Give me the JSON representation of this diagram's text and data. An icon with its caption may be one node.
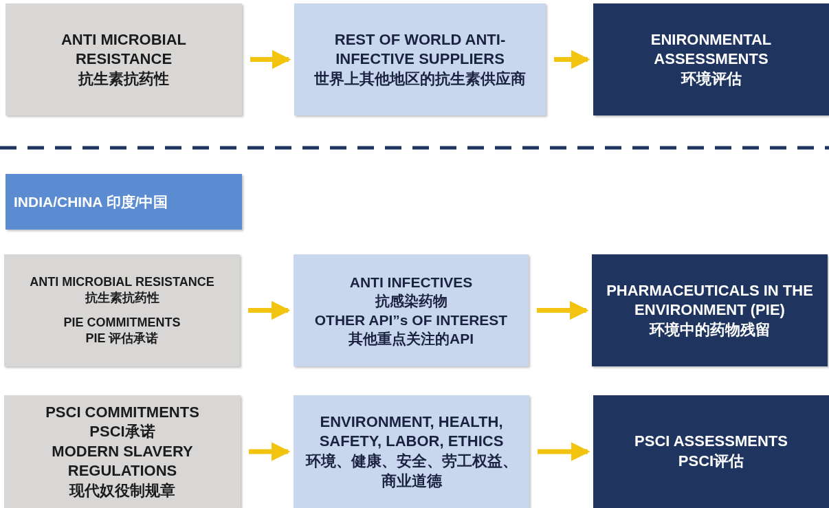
{
  "diagram": {
    "nodes": [
      {
        "text": [
          "ANTI MICROBIAL RESISTANCE",
          "抗生素抗药性"
        ]
      },
      {
        "text": [
          "REST OF WORLD ANTI-INFECTIVE SUPPLIERS",
          "世界上其他地区的抗生素供应商"
        ]
      },
      {
        "text": [
          "ENIRONMENTAL ASSESSMENTS",
          "环境评估"
        ]
      },
      {
        "text": [
          "INDIA/CHINA 印度/中国"
        ]
      },
      {
        "text": [
          "ANTI MICROBIAL RESISTANCE",
          "抗生素抗药性",
          "PIE COMMITMENTS",
          "PIE 评估承诺"
        ]
      },
      {
        "text": [
          "ANTI INFECTIVES",
          "抗感染药物",
          "OTHER API”s OF INTEREST",
          "其他重点关注的API"
        ]
      },
      {
        "text": [
          "PHARMACEUTICALS IN THE ENVIRONMENT (PIE)",
          "环境中的药物残留"
        ]
      },
      {
        "text": [
          "PSCI COMMITMENTS",
          "PSCI承诺",
          "MODERN SLAVERY REGULATIONS",
          "现代奴役制规章"
        ]
      },
      {
        "text": [
          "ENVIRONMENT, HEALTH, SAFETY, LABOR, ETHICS",
          "环境、健康、安全、劳工权益、商业道德"
        ]
      },
      {
        "text": [
          "PSCI ASSESSMENTS",
          "PSCI评估"
        ]
      }
    ],
    "edges": [
      {
        "from": 0,
        "to": 1,
        "arrow": "to"
      },
      {
        "from": 1,
        "to": 2,
        "arrow": "to"
      },
      {
        "from": 4,
        "to": 5,
        "arrow": "to"
      },
      {
        "from": 5,
        "to": 6,
        "arrow": "to"
      },
      {
        "from": 7,
        "to": 8,
        "arrow": "to"
      },
      {
        "from": 8,
        "to": 9,
        "arrow": "to"
      }
    ]
  }
}
